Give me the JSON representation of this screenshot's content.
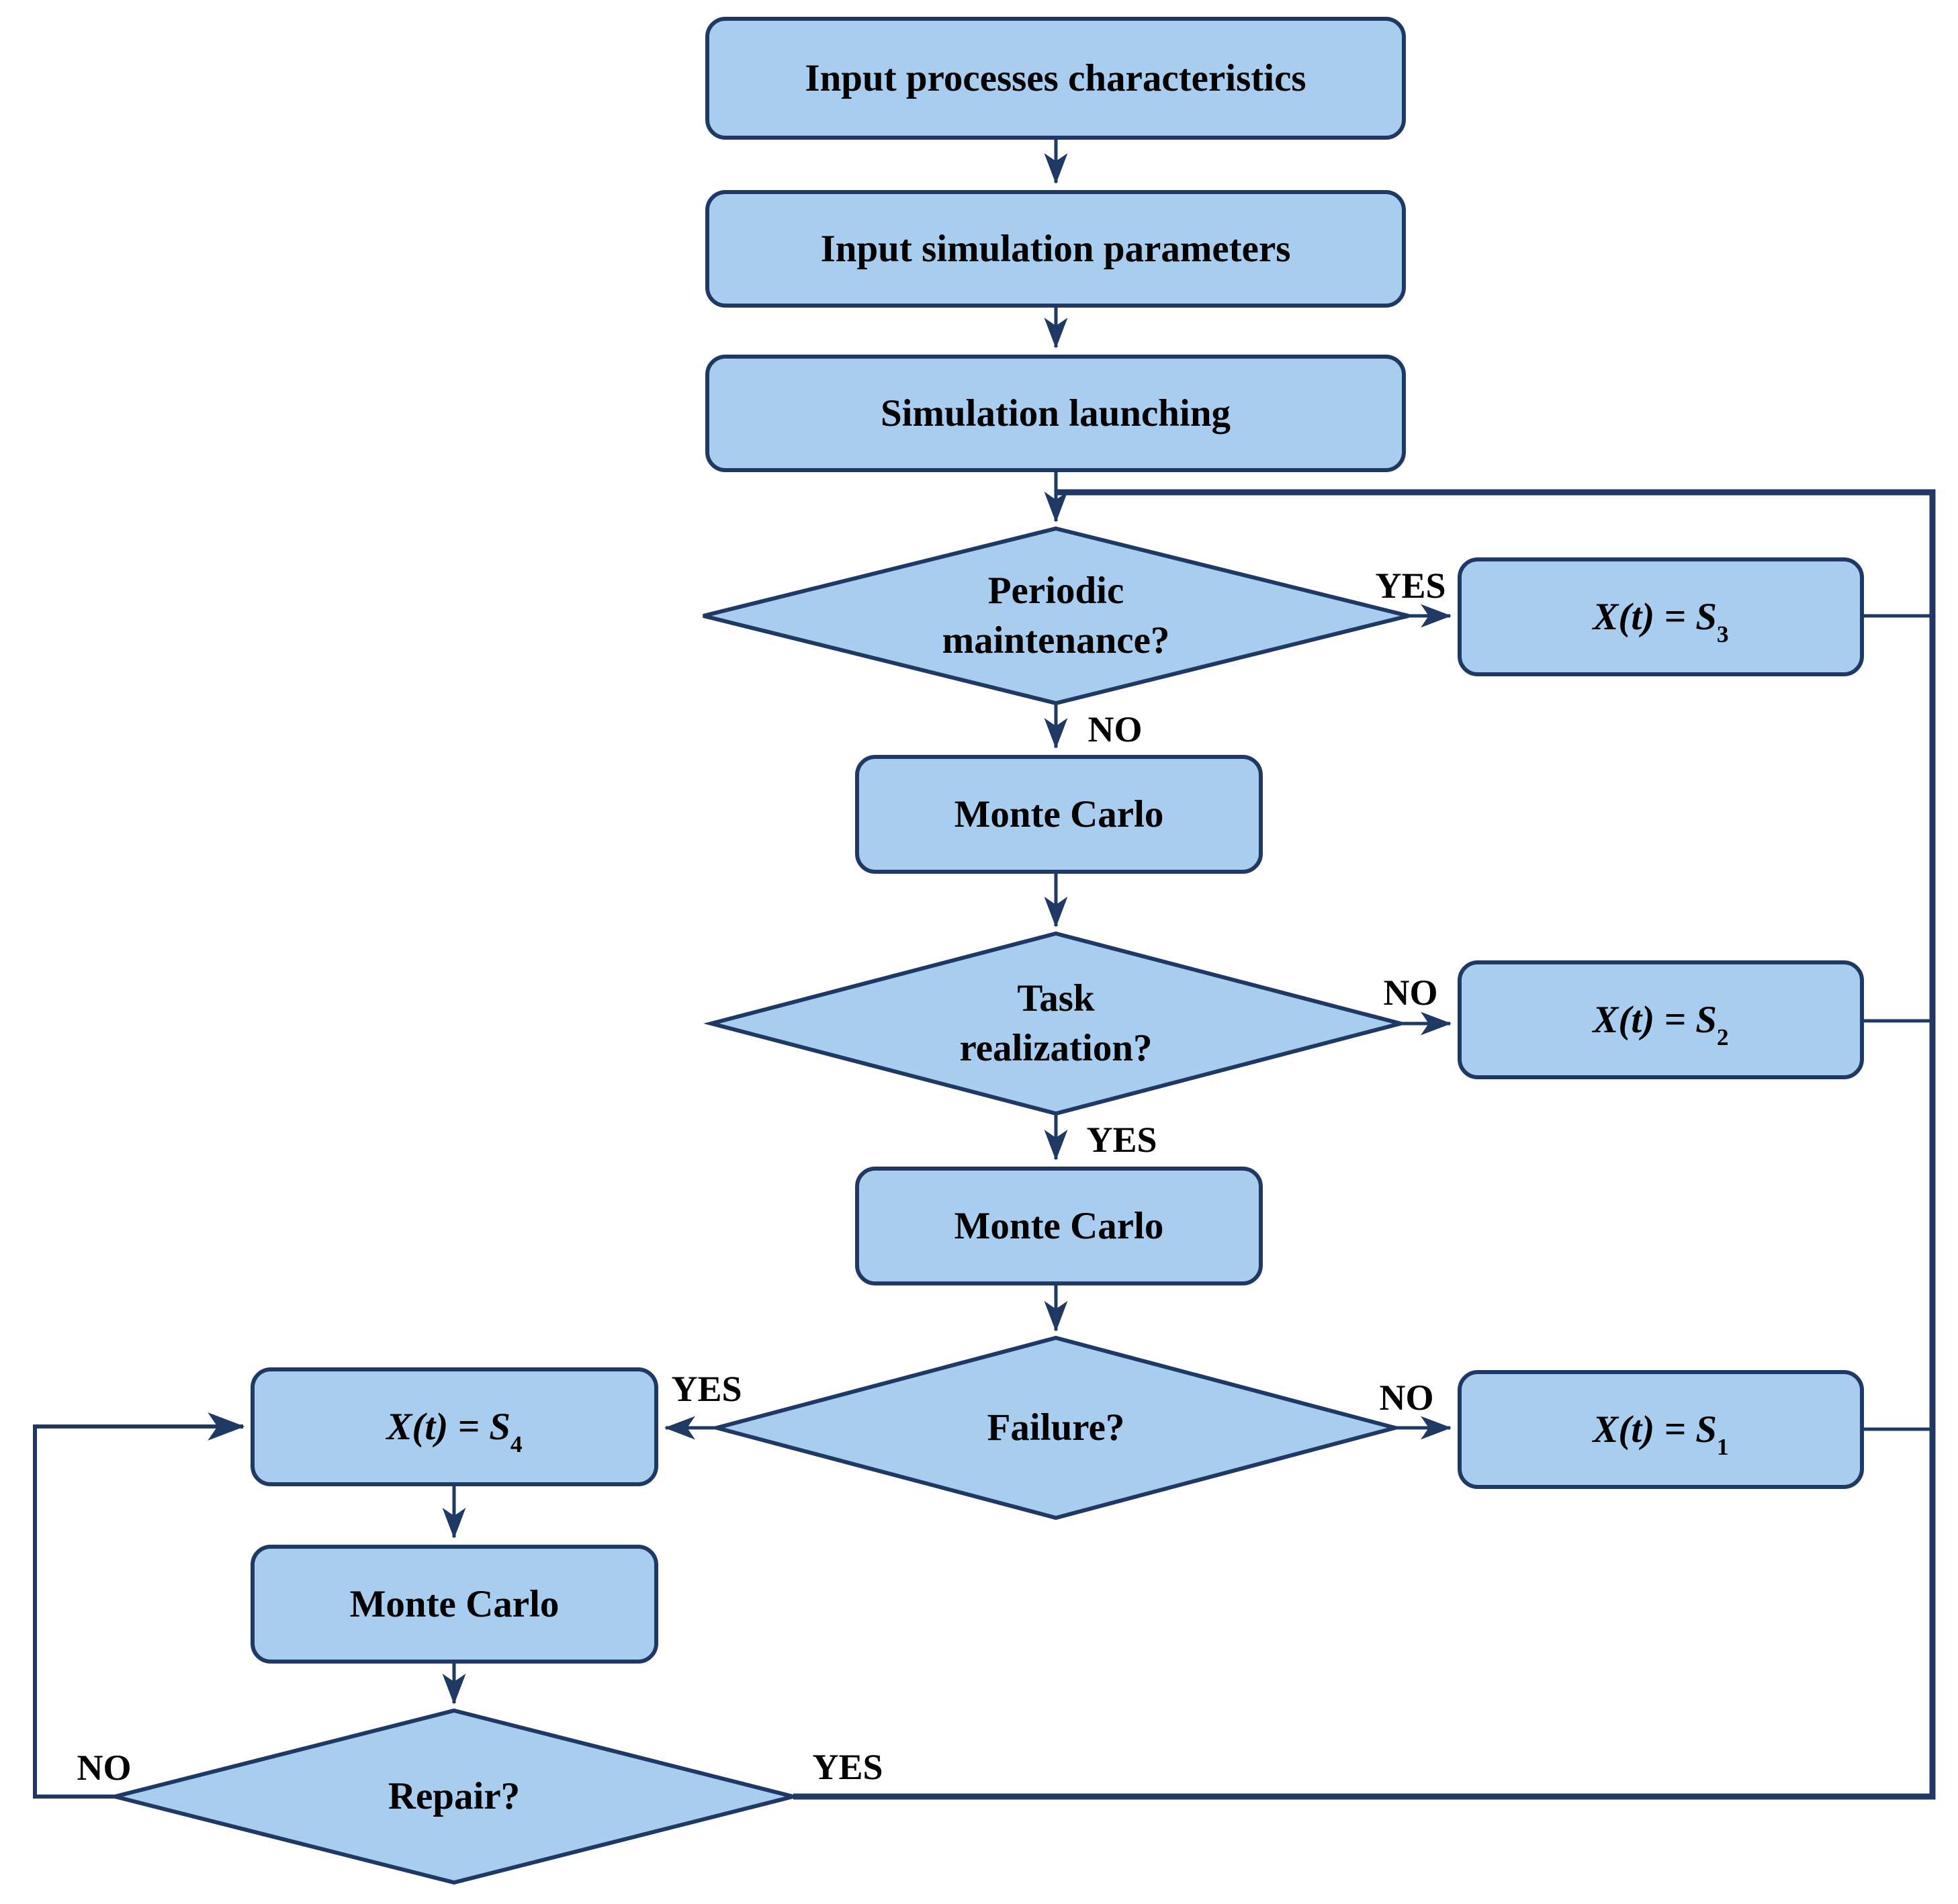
{
  "colors": {
    "fill": "#A9CDEF",
    "border": "#1F3864",
    "line": "#1F3864",
    "text": "#000000"
  },
  "nodes": {
    "input_processes": {
      "label": "Input processes characteristics"
    },
    "input_simulation": {
      "label": "Input simulation parameters"
    },
    "simulation_launching": {
      "label": "Simulation launching"
    },
    "periodic_maintenance": {
      "line1": "Periodic",
      "line2": "maintenance?"
    },
    "monte_carlo_1": {
      "label": "Monte Carlo"
    },
    "task_realization": {
      "line1": "Task",
      "line2": "realization?"
    },
    "monte_carlo_2": {
      "label": "Monte Carlo"
    },
    "failure": {
      "label": "Failure?"
    },
    "state_s3": {
      "prefix": "X(t) = S",
      "sub": "3"
    },
    "state_s2": {
      "prefix": "X(t) = S",
      "sub": "2"
    },
    "state_s1": {
      "prefix": "X(t) = S",
      "sub": "1"
    },
    "state_s4": {
      "prefix": "X(t) = S",
      "sub": "4"
    },
    "monte_carlo_3": {
      "label": "Monte Carlo"
    },
    "repair": {
      "label": "Repair?"
    }
  },
  "edge_labels": {
    "periodic_yes": "YES",
    "periodic_no": "NO",
    "task_no": "NO",
    "task_yes": "YES",
    "failure_yes": "YES",
    "failure_no": "NO",
    "repair_no": "NO",
    "repair_yes": "YES"
  }
}
